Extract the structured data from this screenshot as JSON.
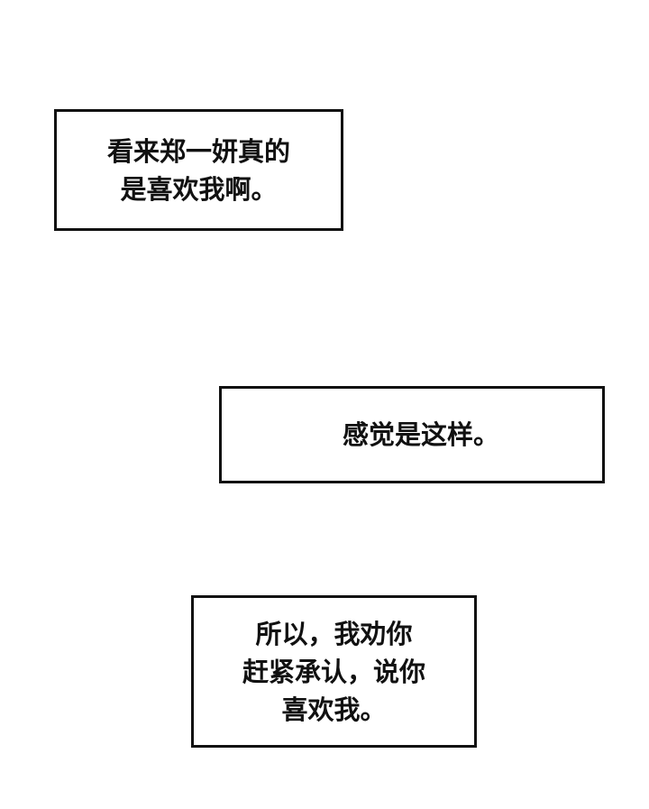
{
  "captions": [
    {
      "lines": [
        "看来郑一妍真的",
        "是喜欢我啊。"
      ]
    },
    {
      "lines": [
        "感觉是这样。"
      ]
    },
    {
      "lines": [
        "所以，我劝你",
        "赶紧承认，说你",
        "喜欢我。"
      ]
    }
  ],
  "colors": {
    "background": "#ffffff",
    "border": "#111111",
    "text": "#111111"
  }
}
